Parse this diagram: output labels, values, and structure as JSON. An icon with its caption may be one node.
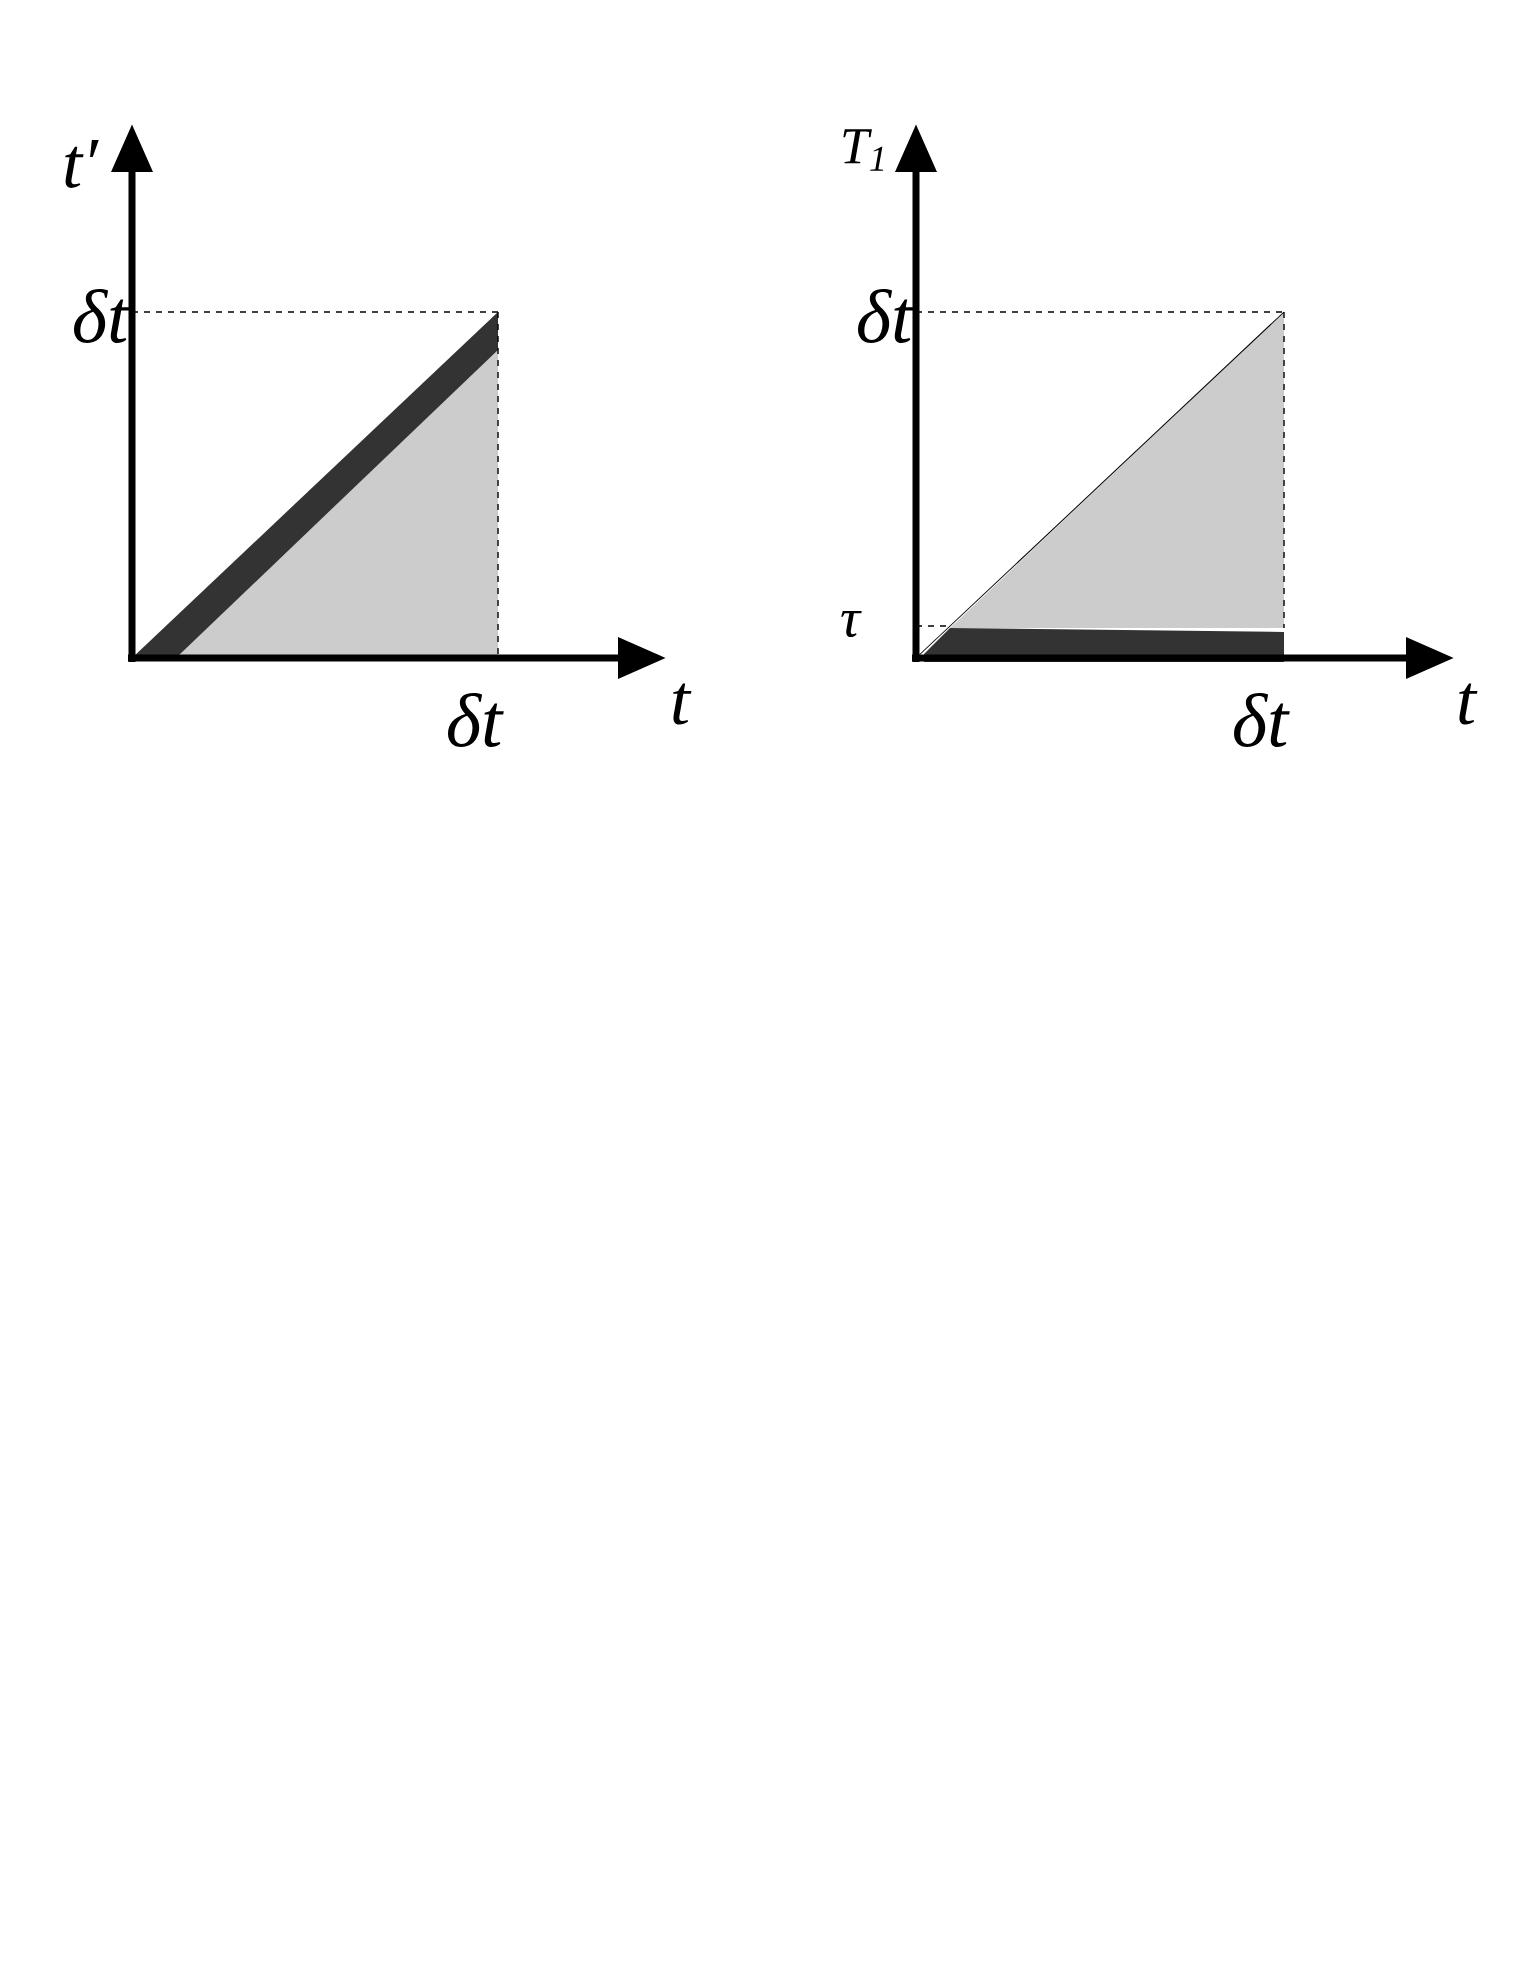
{
  "diagram": {
    "labels": [
      "t′",
      "T$_{1}$",
      "δt",
      "δt",
      "τ",
      "δt",
      "t",
      "δt",
      "t"
    ]
  }
}
